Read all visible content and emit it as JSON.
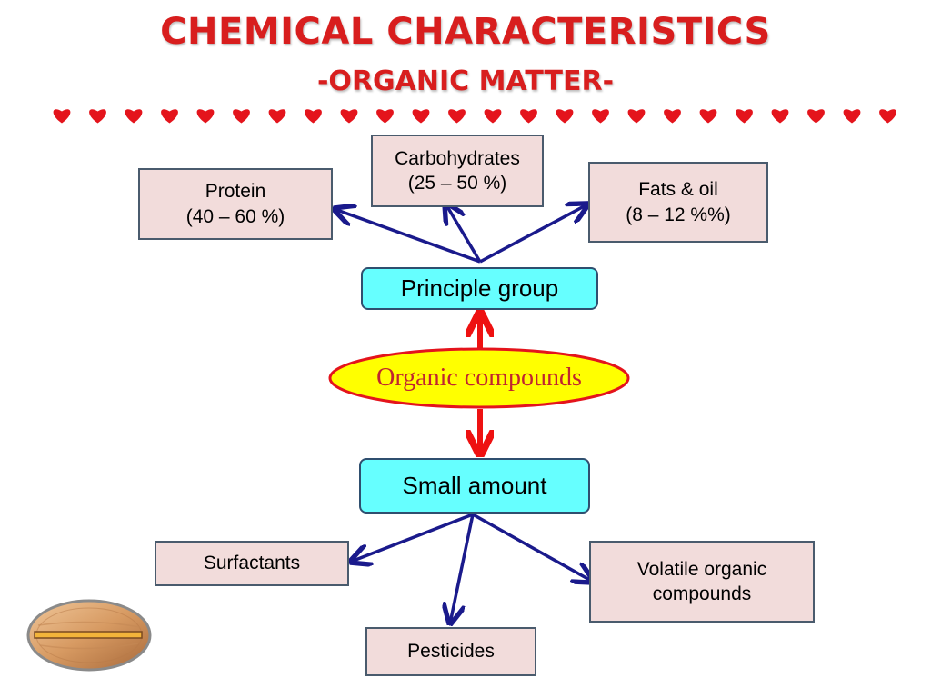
{
  "title": "CHEMICAL CHARACTERISTICS",
  "subtitle": "-ORGANIC MATTER-",
  "colors": {
    "title": "#d81e1e",
    "heart": "#e4141c",
    "box_fill": "#f2dcdb",
    "box_border": "#4a5b6d",
    "group_fill": "#66ffff",
    "ellipse_fill": "#ffff00",
    "ellipse_border": "#e4141c",
    "blue_arrow": "#1a1a8c",
    "red_arrow": "#ee1111"
  },
  "center": {
    "label": "Organic compounds"
  },
  "principle_group": {
    "label": "Principle group",
    "items": [
      {
        "name": "Protein",
        "value": "(40 – 60 %)"
      },
      {
        "name": "Carbohydrates",
        "value": "(25 – 50 %)"
      },
      {
        "name": "Fats & oil",
        "value": "(8 – 12 %%)"
      }
    ]
  },
  "small_amount": {
    "label": "Small amount",
    "items": [
      {
        "name": "Surfactants"
      },
      {
        "name": "Pesticides"
      },
      {
        "name": "Volatile organic",
        "name2": "compounds"
      }
    ]
  }
}
